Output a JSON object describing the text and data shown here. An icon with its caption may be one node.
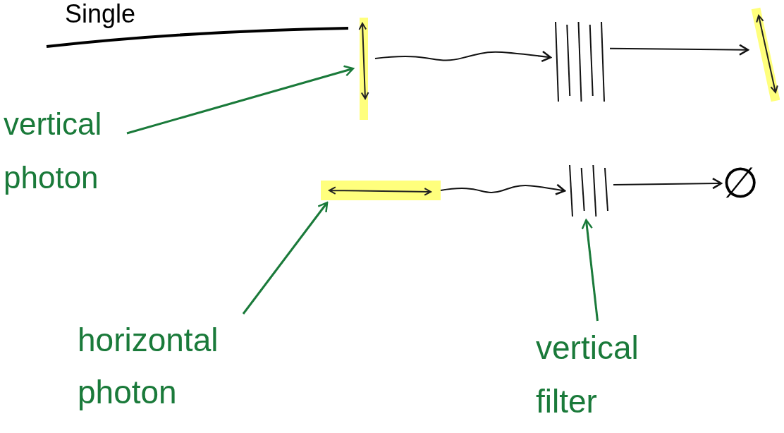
{
  "diagram": {
    "title": "Single",
    "nodes": [
      {
        "text": [
          "vertical photon"
        ]
      },
      {
        "text": [],
        "shape": "bar"
      },
      {
        "text": [],
        "shape": "bar"
      },
      {
        "text": [],
        "shape": "bar"
      },
      {
        "text": [],
        "shape": "bar"
      },
      {
        "text": [],
        "shape": "bar"
      },
      {
        "text": [
          "∅"
        ]
      },
      {
        "text": [
          "horizontal photon"
        ]
      },
      {
        "text": [
          "vertical filter"
        ]
      }
    ],
    "edges": [
      {
        "from": 0,
        "to": 1,
        "arrow": "to",
        "color": "#1a7a3a"
      },
      {
        "from": 1,
        "to": 2,
        "arrow": "to"
      },
      {
        "from": 2,
        "to": 3,
        "arrow": "to"
      },
      {
        "from": 4,
        "to": 5,
        "arrow": "to"
      },
      {
        "from": 5,
        "to": 6,
        "arrow": "to"
      },
      {
        "from": 7,
        "to": 4,
        "arrow": "to",
        "color": "#1a7a3a"
      },
      {
        "from": 8,
        "to": 5,
        "arrow": "to",
        "color": "#1a7a3a"
      }
    ]
  }
}
